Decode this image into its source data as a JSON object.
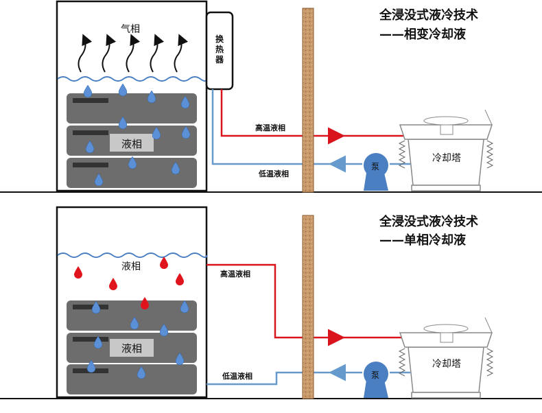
{
  "panels": {
    "top": {
      "title_line1": "全浸没式液冷技术",
      "title_line2": "——相变冷却液",
      "gas_label": "气相",
      "liquid_label": "液相",
      "heat_exchanger_label": "换\n热\n器",
      "hot_pipe_label": "高温液相",
      "cold_pipe_label": "低温液相",
      "pump_label": "泵",
      "tower_label": "冷却塔"
    },
    "bottom": {
      "title_line1": "全浸没式液冷技术",
      "title_line2": "——单相冷却液",
      "liquid_label_top": "液相",
      "liquid_label": "液相",
      "hot_pipe_label": "高温液相",
      "cold_pipe_label": "低温液相",
      "pump_label": "泵",
      "tower_label": "冷却塔"
    }
  },
  "colors": {
    "hot": "#d9141c",
    "cold": "#6699cc",
    "drop_blue": "#5b8fd6",
    "drop_red": "#e0141c",
    "server": "#6d6d6d",
    "wall": "#c99a6b",
    "pump": "#4a7fc1"
  }
}
